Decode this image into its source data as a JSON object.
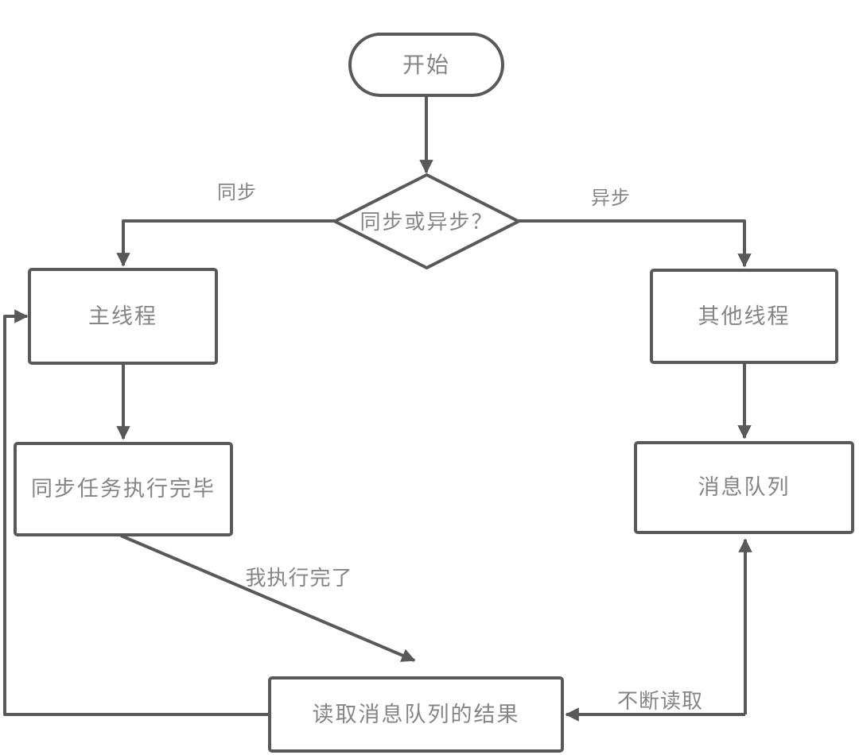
{
  "colors": {
    "stroke": "#595959",
    "text": "#858585",
    "background": "#ffffff"
  },
  "nodes": {
    "start": {
      "label": "开始",
      "type": "stadium"
    },
    "decision": {
      "label": "同步或异步？",
      "type": "diamond"
    },
    "main_thread": {
      "label": "主线程",
      "type": "rect"
    },
    "other_thread": {
      "label": "其他线程",
      "type": "rect"
    },
    "sync_done": {
      "label": "同步任务执行完毕",
      "type": "rect"
    },
    "message_queue": {
      "label": "消息队列",
      "type": "rect"
    },
    "read_result": {
      "label": "读取消息队列的结果",
      "type": "rect"
    }
  },
  "edge_labels": {
    "sync": {
      "label": "同步"
    },
    "async": {
      "label": "异步"
    },
    "done": {
      "label": "我执行完了"
    },
    "keep_reading": {
      "label": "不断读取"
    }
  }
}
